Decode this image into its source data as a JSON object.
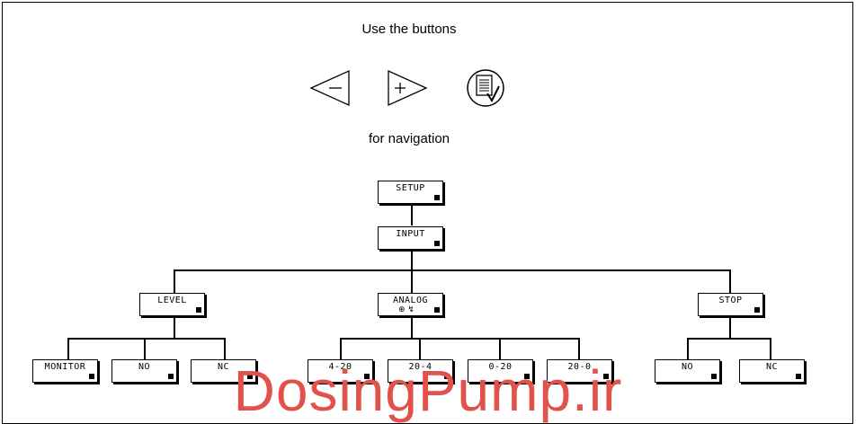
{
  "instructions": {
    "top": "Use the buttons",
    "bottom": "for navigation"
  },
  "buttons": [
    {
      "name": "minus-button",
      "glyph": "−"
    },
    {
      "name": "plus-button",
      "glyph": "+"
    },
    {
      "name": "menu-button",
      "icon": "document-check-icon"
    }
  ],
  "menu": {
    "root": "SETUP",
    "level1": "INPUT",
    "branches": {
      "level": {
        "label": "LEVEL",
        "options": [
          "MONITOR",
          "NO",
          "NC"
        ]
      },
      "analog": {
        "label": "ANALOG",
        "sub": "⊕ ↯",
        "options": [
          "4-20",
          "20-4",
          "0-20",
          "20-0"
        ]
      },
      "stop": {
        "label": "STOP",
        "options": [
          "NO",
          "NC"
        ]
      }
    }
  },
  "watermark": "DosingPump.ir",
  "colors": {
    "watermark": "#e0524a",
    "line": "#000000"
  }
}
